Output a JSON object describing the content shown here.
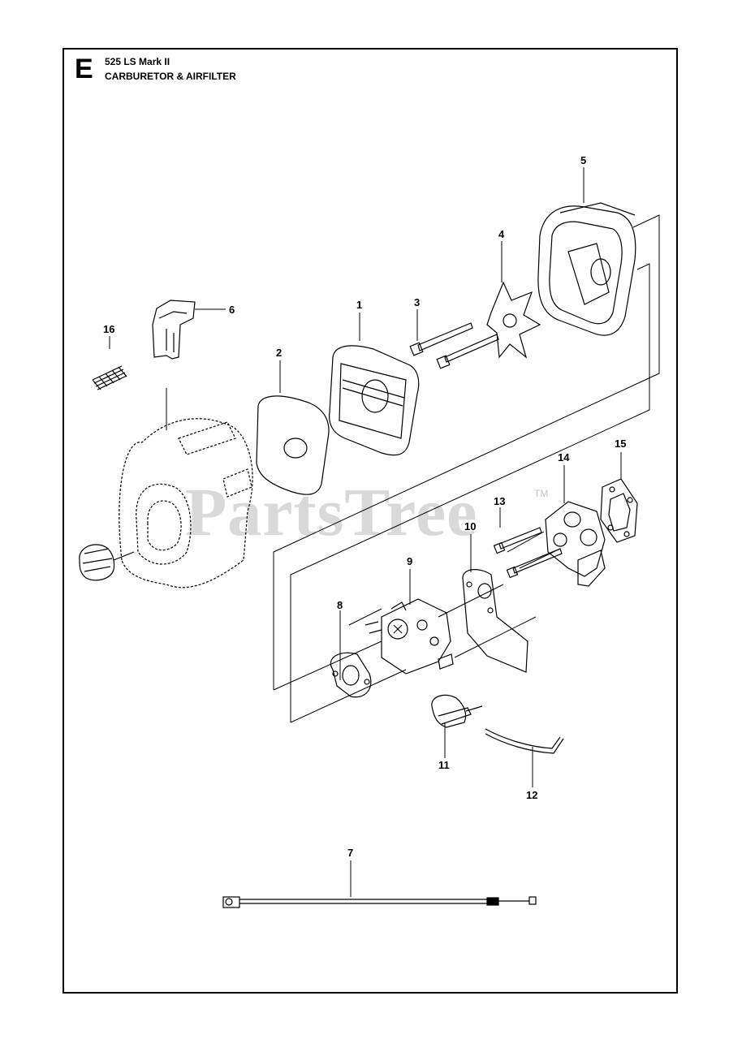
{
  "header": {
    "section_letter": "E",
    "model": "525 LS Mark II",
    "title": "CARBURETOR & AIRFILTER"
  },
  "watermark": {
    "text": "PartsTree",
    "trademark": "TM",
    "color": "#d9d9d9"
  },
  "callouts": [
    "1",
    "2",
    "3",
    "4",
    "5",
    "6",
    "7",
    "8",
    "9",
    "10",
    "11",
    "12",
    "13",
    "14",
    "15",
    "16"
  ]
}
